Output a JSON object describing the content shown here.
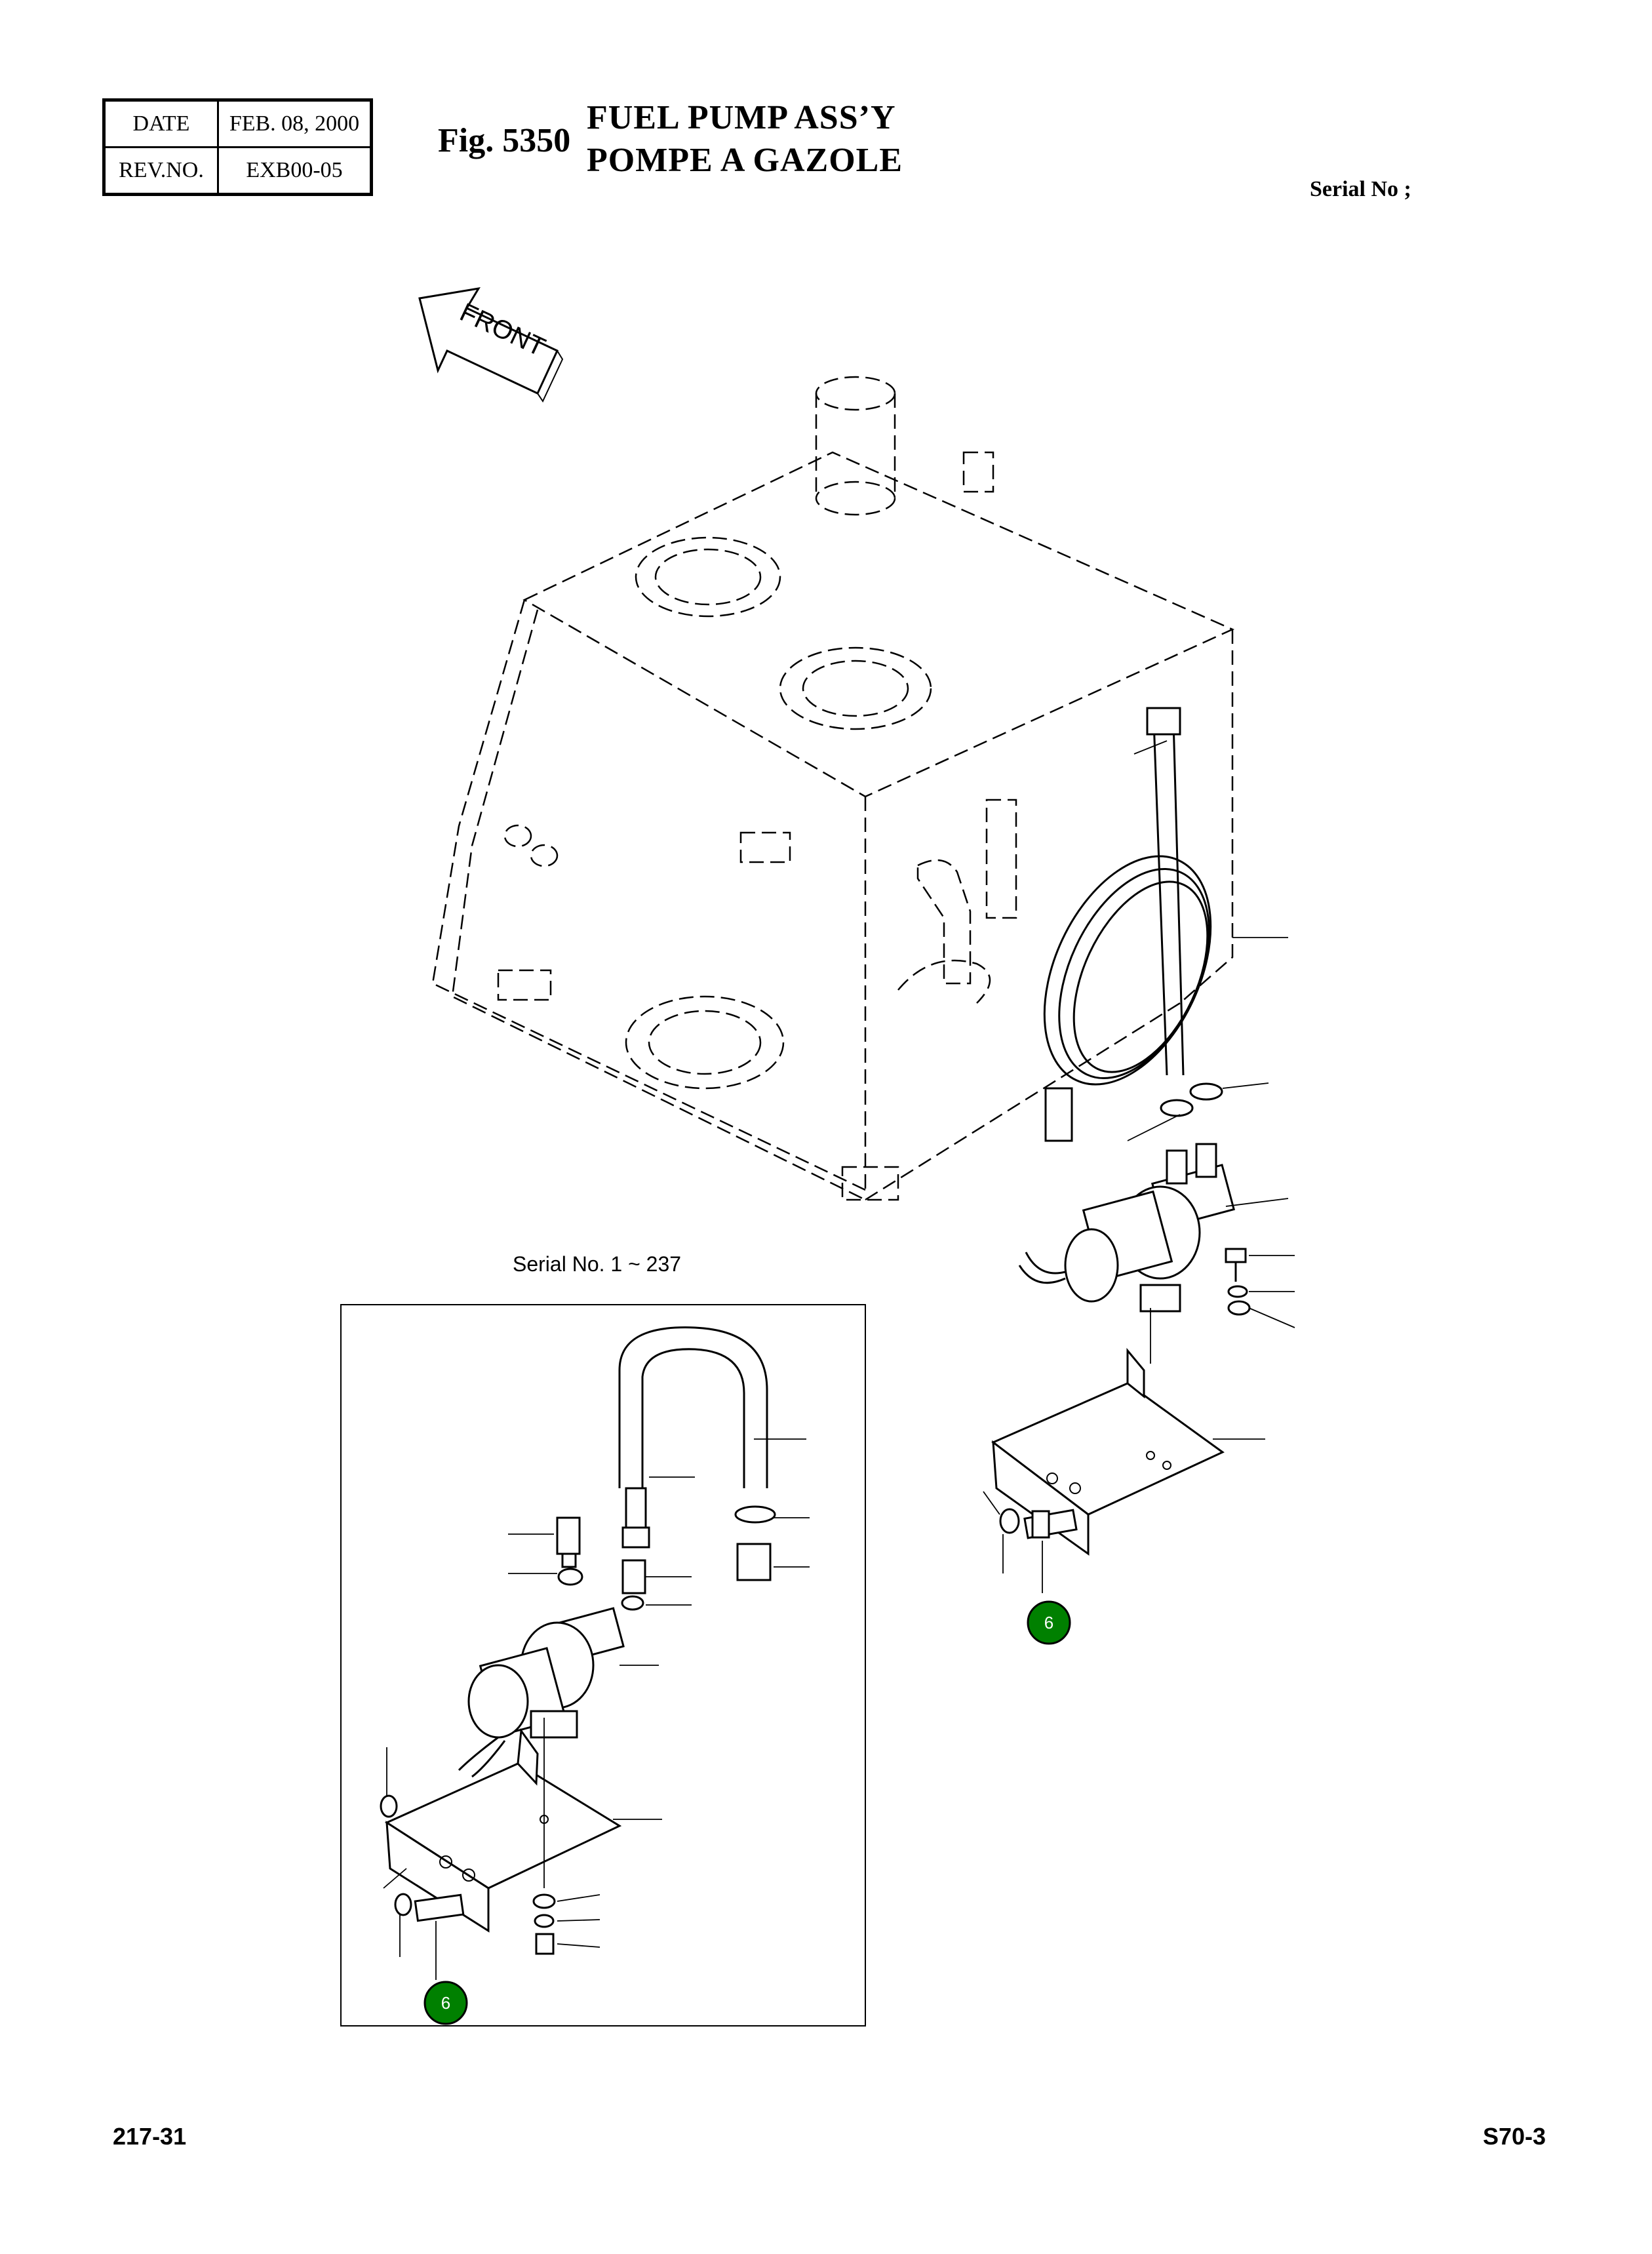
{
  "header": {
    "date_label": "DATE",
    "date_value": "FEB. 08, 2000",
    "rev_label": "REV.NO.",
    "rev_value": "EXB00-05",
    "fig_label": "Fig. 5350",
    "title_en": "FUEL PUMP ASS’Y",
    "title_fr": "POMPE A GAZOLE",
    "serial_no": "Serial No ;"
  },
  "diagram": {
    "front_arrow_label": "FRONT",
    "inset_serial_range": "Serial No. 1 ~ 237",
    "callouts": [
      {
        "id": "callout-main",
        "label": "6",
        "color": "#008000"
      },
      {
        "id": "callout-inset",
        "label": "6",
        "color": "#008000"
      }
    ]
  },
  "footer": {
    "left": "217-31",
    "right": "S70-3"
  }
}
